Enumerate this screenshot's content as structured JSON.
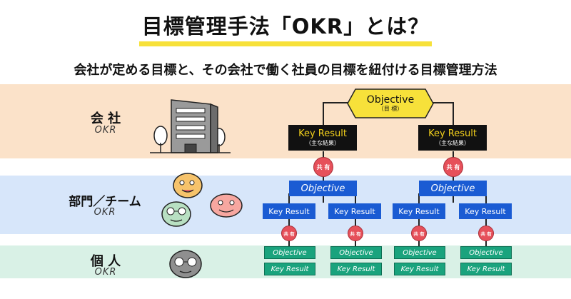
{
  "header": {
    "title": "目標管理手法「OKR」とは？",
    "subtitle": "会社が定める目標と、その会社で働く社員の目標を紐付ける目標管理方法"
  },
  "levels": {
    "company": {
      "title": "会 社",
      "sub": "OKR"
    },
    "department": {
      "title": "部門／チーム",
      "sub": "OKR"
    },
    "individual": {
      "title": "個 人",
      "sub": "OKR"
    }
  },
  "diagram": {
    "objective": {
      "label": "Objective",
      "sub": "（目 標）"
    },
    "company_key_results": [
      {
        "label": "Key Result",
        "sub": "（主な結果）"
      },
      {
        "label": "Key Result",
        "sub": "（主な結果）"
      }
    ],
    "share_label": "共 有",
    "dept_objectives": [
      "Objective",
      "Objective"
    ],
    "dept_key_results": [
      "Key Result",
      "Key Result",
      "Key Result",
      "Key Result"
    ],
    "individual_objectives": [
      "Objective",
      "Objective",
      "Objective",
      "Objective"
    ],
    "individual_key_results": [
      "Key Result",
      "Key Result",
      "Key Result",
      "Key Result"
    ]
  },
  "colors": {
    "title_highlight": "#f7e13a",
    "company_band": "#fbe2c9",
    "department_band": "#d7e6fa",
    "individual_band": "#d9f1e6",
    "objective_top": "#f7e13a",
    "key_result_top": "#111111",
    "department_box": "#1a5bd3",
    "individual_box": "#1aa37d",
    "share_circle": "#e6505a"
  },
  "icons": [
    "office-building-icon",
    "tree-icon",
    "team-faces-icon",
    "person-face-icon"
  ]
}
